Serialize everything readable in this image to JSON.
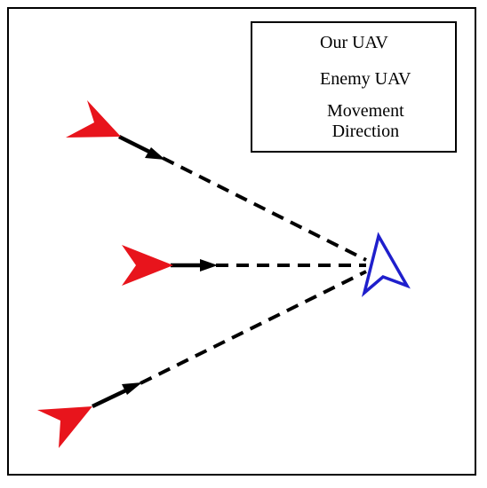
{
  "legend": {
    "our_uav": "Our UAV",
    "enemy_uav": "Enemy UAV",
    "movement_line1": "Movement",
    "movement_line2": "Direction"
  },
  "colors": {
    "our_uav": "#e8141c",
    "enemy_uav": "#1f1fcc",
    "line": "#000000"
  },
  "icons": {
    "our_uav": "red-arrowhead-icon",
    "enemy_uav": "blue-outline-arrowhead-icon",
    "movement": "black-arrow-icon"
  }
}
